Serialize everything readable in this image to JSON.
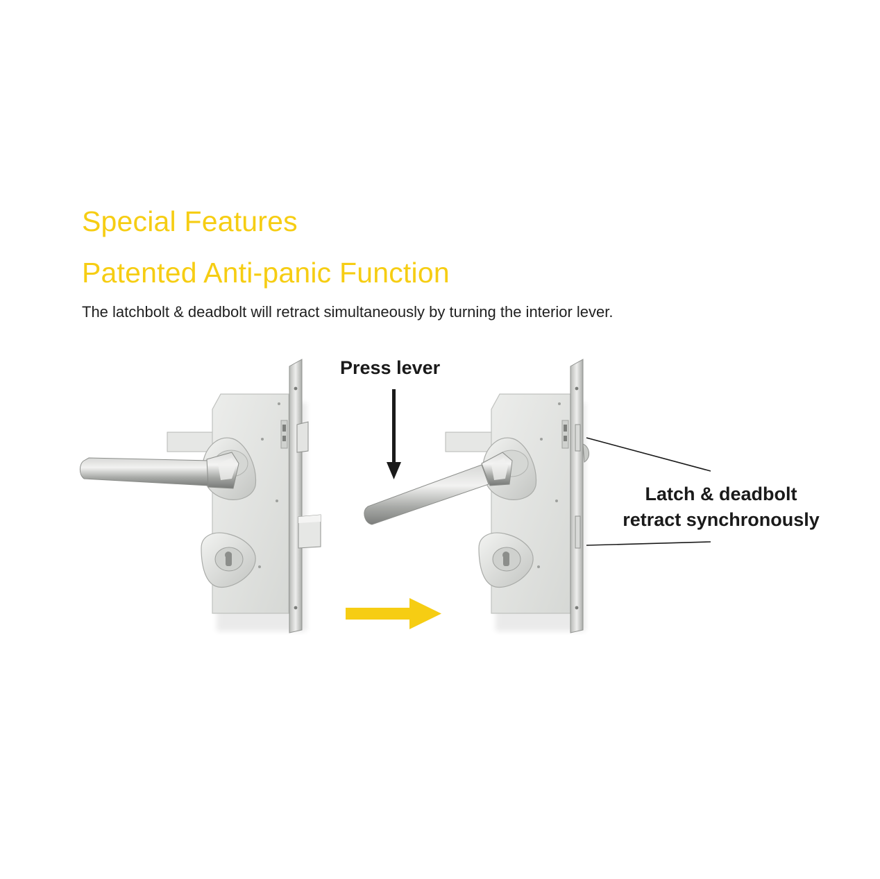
{
  "heading": {
    "title": "Special Features",
    "subtitle": "Patented Anti-panic Function",
    "description": "The latchbolt & deadbolt will retract simultaneously by turning the interior lever."
  },
  "diagram": {
    "press_label": "Press lever",
    "retract_label_line1": "Latch & deadbolt",
    "retract_label_line2": "retract synchronously",
    "states": [
      "locked-state",
      "retracted-state"
    ]
  },
  "colors": {
    "accent_yellow": "#f6cd13",
    "text_dark": "#1a1a1a",
    "metal_light": "#e4e5e3",
    "metal_mid": "#c9cbc8",
    "metal_dark": "#8f918f"
  }
}
